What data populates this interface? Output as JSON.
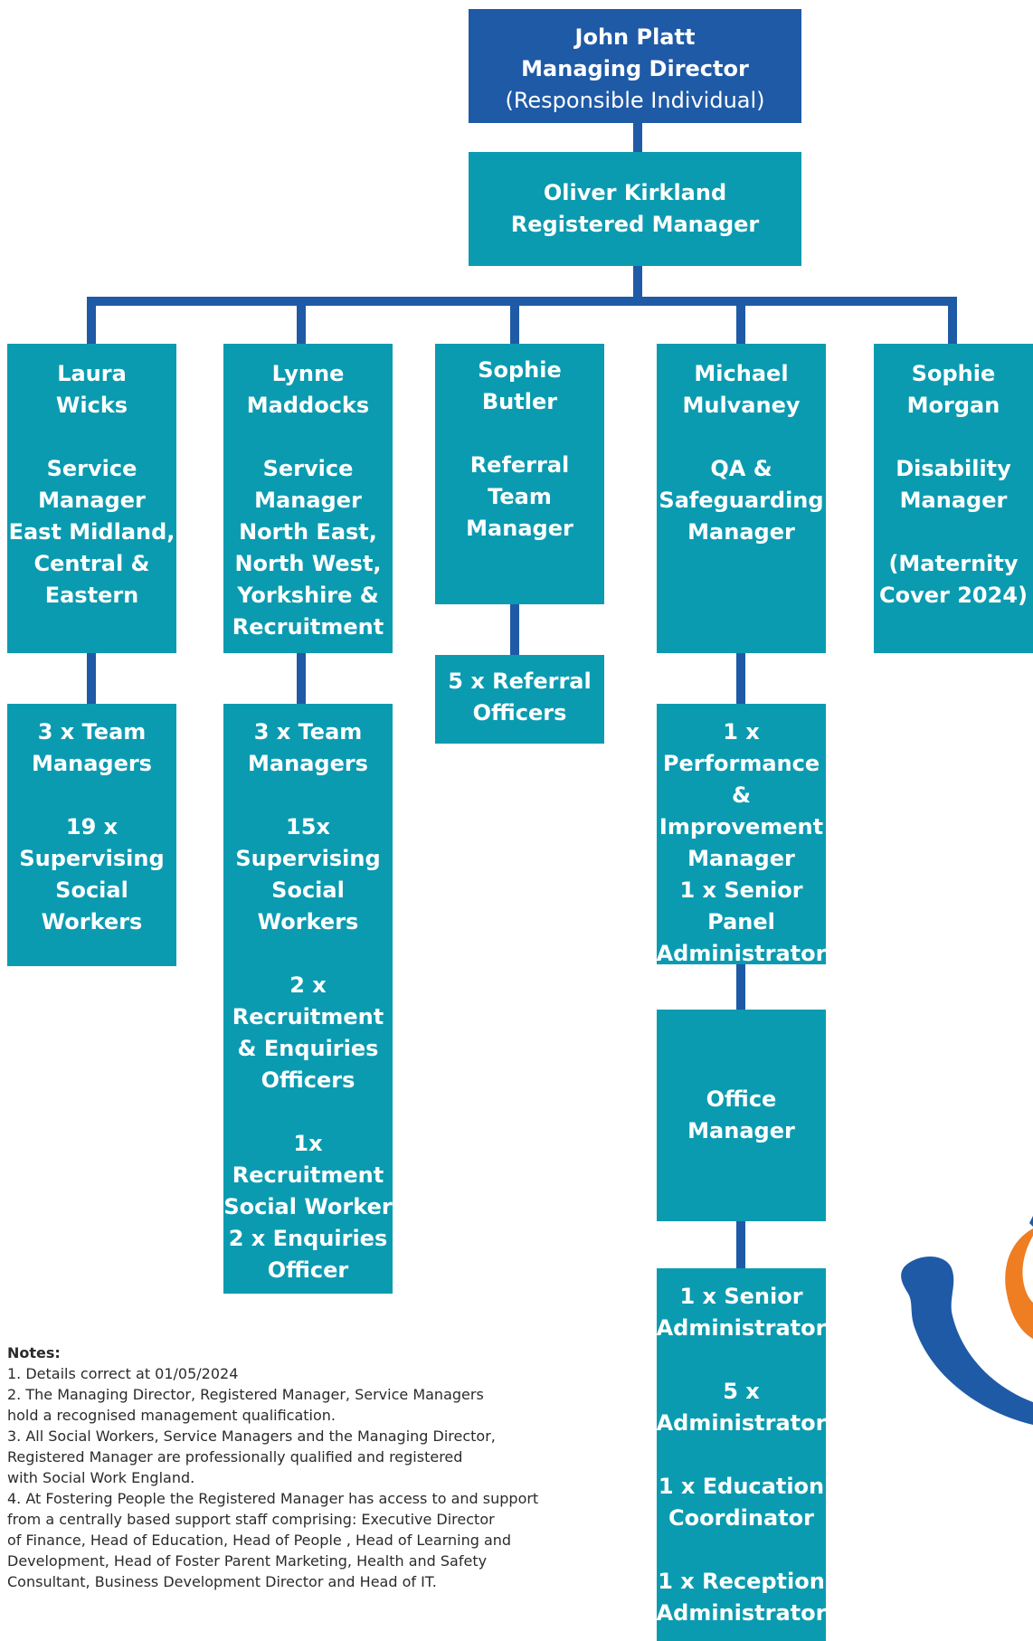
{
  "colors": {
    "primary_blue": "#1f5aa6",
    "teal": "#0b9bb0",
    "orange": "#ef7d22"
  },
  "top": {
    "name": "John Platt",
    "title": "Managing Director",
    "subtitle": "(Responsible Individual)"
  },
  "registered_manager": {
    "text": "Oliver Kirkland\nRegistered Manager"
  },
  "managers": [
    {
      "text": "Laura\nWicks\n\nService\nManager\nEast Midland,\nCentral &\nEastern"
    },
    {
      "text": "Lynne\nMaddocks\n\nService\nManager\nNorth East,\nNorth West,\nYorkshire &\nRecruitment"
    },
    {
      "text": "Sophie\nButler\n\nReferral\nTeam\nManager"
    },
    {
      "text": "Michael\nMulvaney\n\nQA &\nSafeguarding\nManager"
    },
    {
      "text": "Sophie\nMorgan\n\nDisability\nManager\n\n(Maternity\nCover 2024)"
    }
  ],
  "teams": {
    "laura": "3 x Team\nManagers\n\n19  x\nSupervising\nSocial\nWorkers",
    "lynne": "3 x Team\nManagers\n\n15x\nSupervising\nSocial\nWorkers\n\n2 x\nRecruitment\n& Enquiries\nOfficers\n\n1x\nRecruitment\nSocial Worker\n2 x Enquiries\nOfficer",
    "sophie_butler": "5 x Referral\nOfficers",
    "michael_1": "1 x\nPerformance\n&\nImprovement\nManager\n1 x Senior\nPanel\nAdministrator",
    "michael_2": "Office\nManager",
    "michael_3": "1 x Senior\nAdministrator\n\n5 x\nAdministrator\n\n1 x  Education\nCoordinator\n\n1 x Reception\nAdministrator"
  },
  "notes": {
    "title": "Notes:",
    "items": [
      "1. Details correct at 01/05/2024",
      "2. The Managing Director, Registered Manager, Service Managers\nhold a recognised management qualification.",
      "3. All Social Workers, Service Managers and the Managing Director,\nRegistered Manager are professionally qualified and registered\nwith Social Work England.",
      "4. At Fostering People the Registered Manager has access to and support\nfrom a centrally based support staff comprising: Executive Director\nof Finance, Head of Education, Head of People , Head of Learning and\nDevelopment, Head of Foster Parent Marketing, Health and Safety\nConsultant, Business Development Director and Head of IT."
    ]
  },
  "logo": {
    "icon": "fostering-people-logo-icon"
  }
}
